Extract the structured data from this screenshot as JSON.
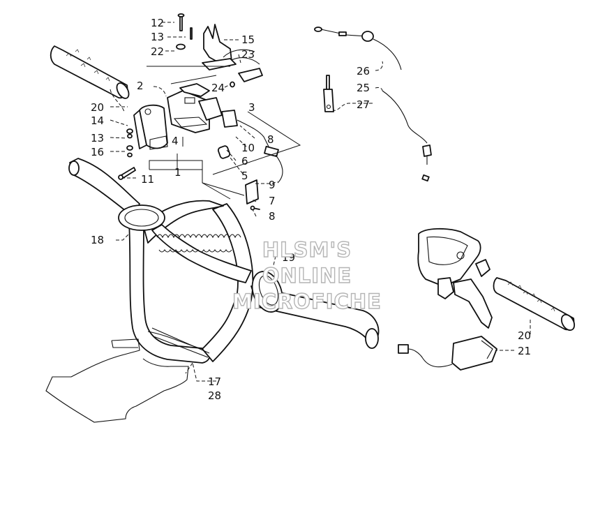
{
  "watermark": {
    "line1": "HLSM'S",
    "line2": "ONLINE",
    "line3": "MICROFICHE"
  },
  "callouts": [
    {
      "id": "c12",
      "label": "12"
    },
    {
      "id": "c13a",
      "label": "13"
    },
    {
      "id": "c22",
      "label": "22"
    },
    {
      "id": "c15",
      "label": "15"
    },
    {
      "id": "c23",
      "label": "23"
    },
    {
      "id": "c24",
      "label": "24"
    },
    {
      "id": "c2",
      "label": "2"
    },
    {
      "id": "c20a",
      "label": "20"
    },
    {
      "id": "c14",
      "label": "14"
    },
    {
      "id": "c13b",
      "label": "13"
    },
    {
      "id": "c16",
      "label": "16"
    },
    {
      "id": "c11",
      "label": "11"
    },
    {
      "id": "c4",
      "label": "4"
    },
    {
      "id": "c1",
      "label": "1"
    },
    {
      "id": "c3",
      "label": "3"
    },
    {
      "id": "c10",
      "label": "10"
    },
    {
      "id": "c8a",
      "label": "8"
    },
    {
      "id": "c6",
      "label": "6"
    },
    {
      "id": "c5",
      "label": "5"
    },
    {
      "id": "c9",
      "label": "9"
    },
    {
      "id": "c7",
      "label": "7"
    },
    {
      "id": "c8b",
      "label": "8"
    },
    {
      "id": "c26",
      "label": "26"
    },
    {
      "id": "c25",
      "label": "25"
    },
    {
      "id": "c27",
      "label": "27"
    },
    {
      "id": "c18",
      "label": "18"
    },
    {
      "id": "c19",
      "label": "19"
    },
    {
      "id": "c17",
      "label": "17"
    },
    {
      "id": "c28",
      "label": "28"
    },
    {
      "id": "c20b",
      "label": "20"
    },
    {
      "id": "c21",
      "label": "21"
    }
  ]
}
